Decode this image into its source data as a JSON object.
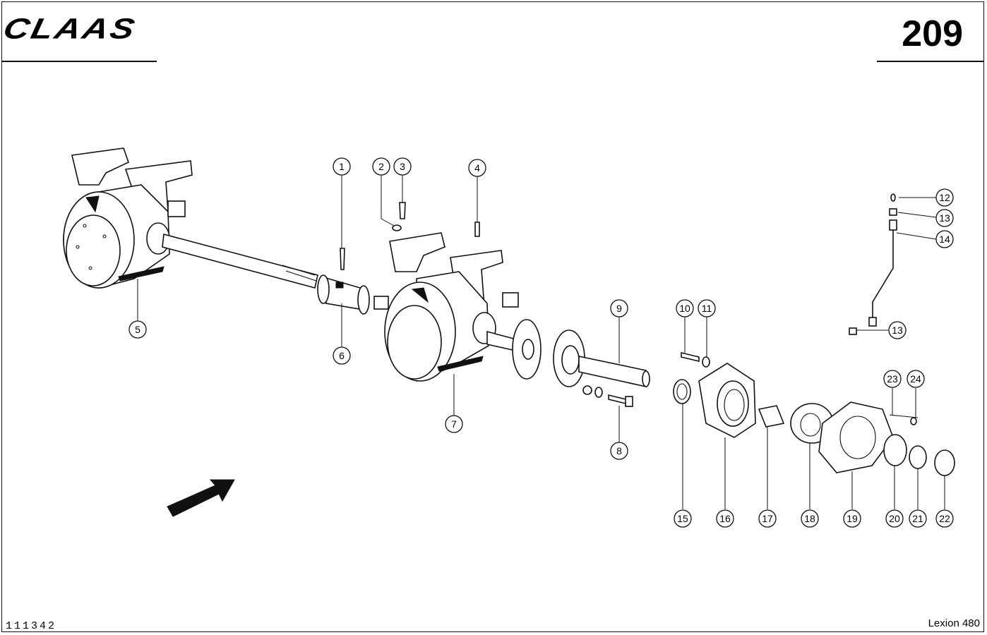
{
  "header": {
    "brand": "CLAAS",
    "page_number": "209"
  },
  "footer": {
    "reference": "111342",
    "model": "Lexion 480"
  },
  "callouts": [
    {
      "label": "1"
    },
    {
      "label": "2"
    },
    {
      "label": "3"
    },
    {
      "label": "4"
    },
    {
      "label": "5"
    },
    {
      "label": "6"
    },
    {
      "label": "7"
    },
    {
      "label": "8"
    },
    {
      "label": "9"
    },
    {
      "label": "10"
    },
    {
      "label": "11"
    },
    {
      "label": "12"
    },
    {
      "label": "13"
    },
    {
      "label": "14"
    },
    {
      "label": "13"
    },
    {
      "label": "15"
    },
    {
      "label": "16"
    },
    {
      "label": "17"
    },
    {
      "label": "18"
    },
    {
      "label": "19"
    },
    {
      "label": "20"
    },
    {
      "label": "21"
    },
    {
      "label": "22"
    },
    {
      "label": "23"
    },
    {
      "label": "24"
    }
  ]
}
